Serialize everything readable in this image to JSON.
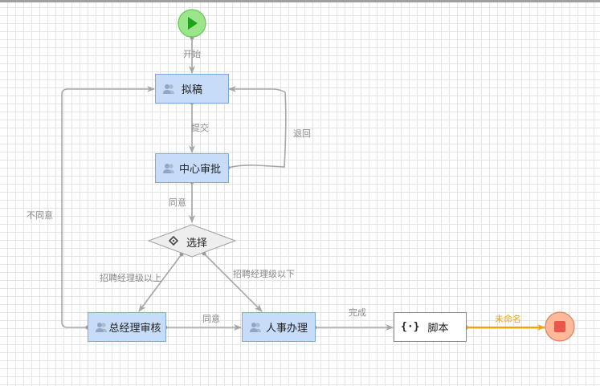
{
  "diagram": {
    "nodes": {
      "start": {
        "type": "start-event",
        "icon": "play-icon"
      },
      "draft": {
        "label": "拟稿",
        "type": "user-task",
        "icon": "users-icon"
      },
      "center_approval": {
        "label": "中心审批",
        "type": "user-task",
        "icon": "users-icon"
      },
      "choice": {
        "label": "选择",
        "type": "exclusive-gateway",
        "icon": "gateway-icon"
      },
      "gm_review": {
        "label": "总经理审核",
        "type": "user-task",
        "icon": "users-icon"
      },
      "hr_process": {
        "label": "人事办理",
        "type": "user-task",
        "icon": "users-icon"
      },
      "script": {
        "label": "脚本",
        "type": "script-task",
        "icon": "{·}"
      },
      "end": {
        "type": "end-event",
        "icon": "stop-icon"
      }
    },
    "edges": {
      "start_to_draft": "开始",
      "draft_to_center": "提交",
      "center_to_draft": "退回",
      "center_to_choice": "同意",
      "gm_to_draft": "不同意",
      "choice_to_gm": "招聘经理级以上",
      "choice_to_hr": "招聘经理级以下",
      "gm_to_hr": "同意",
      "hr_to_script": "完成",
      "script_to_end": "未命名"
    },
    "colors": {
      "task_fill": "#c6dcf9",
      "task_border": "#7ea9d9",
      "edge": "#a6a6a6",
      "highlight_edge": "#f5a300",
      "start_fill": "#9be58a",
      "end_fill": "#fdb99a",
      "end_square": "#e9574b"
    }
  }
}
